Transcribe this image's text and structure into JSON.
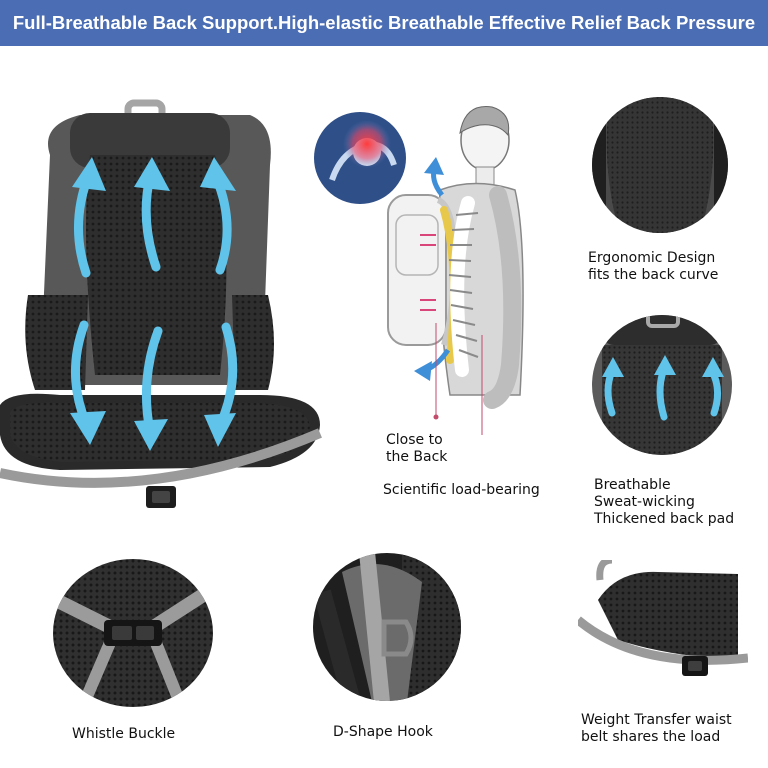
{
  "banner": {
    "title": "Full-Breathable Back Support.High-elastic Breathable Effective Relief Back Pressure"
  },
  "colors": {
    "banner_bg": "#4a6db3",
    "arrow": "#5fc3ea",
    "backpack_dark": "#2b2b2b",
    "strap_gray": "#9a9a9a",
    "spine_yellow": "#e8c84a"
  },
  "features": {
    "ergonomic": {
      "line1": "Ergonomic Design",
      "line2": "fits the back curve"
    },
    "breathable": {
      "line1": "Breathable",
      "line2": "Sweat-wicking",
      "line3": "Thickened back pad"
    },
    "close_back": {
      "line1": "Close to",
      "line2": "the Back"
    },
    "load_bearing": {
      "label": "Scientific load-bearing"
    },
    "whistle": {
      "label": "Whistle Buckle"
    },
    "dhook": {
      "label": "D-Shape Hook"
    },
    "waist": {
      "line1": "Weight Transfer waist",
      "line2": "belt shares the load"
    }
  },
  "icons": [
    "airflow-arrow-icon",
    "spine-icon",
    "shoulder-pain-icon",
    "buckle-icon",
    "d-ring-icon"
  ]
}
